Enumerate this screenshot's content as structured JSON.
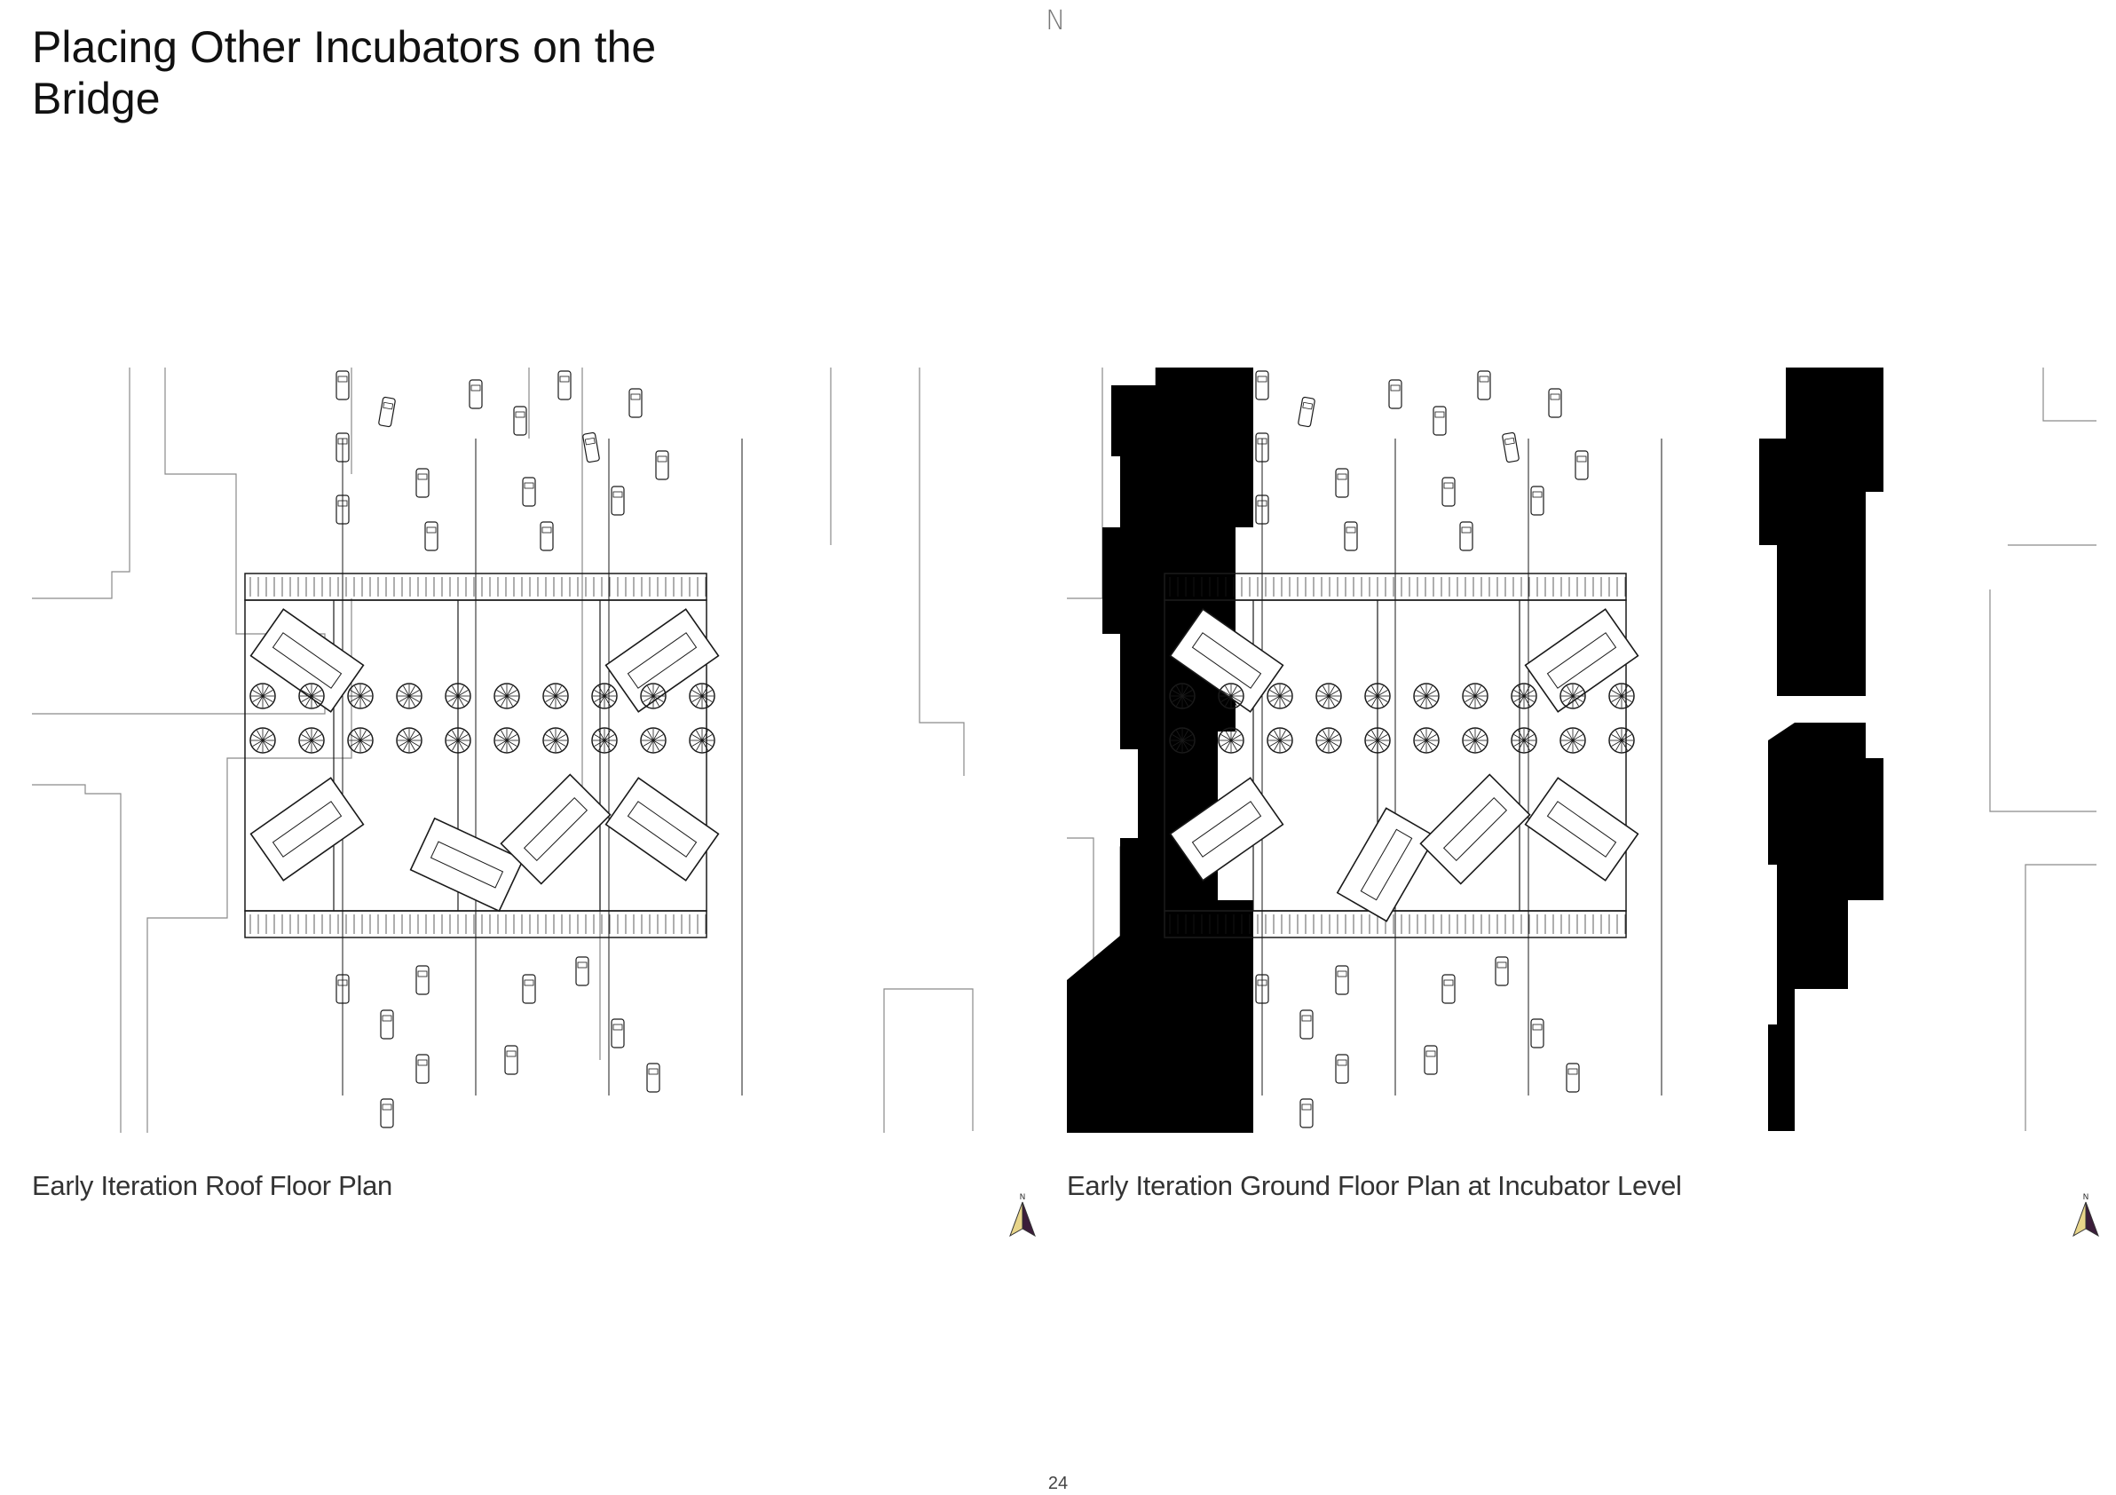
{
  "page": {
    "title": "Placing Other Incubators on the Bridge",
    "top_mark": "N",
    "page_number": "24"
  },
  "figures": [
    {
      "id": "roof",
      "caption": "Early Iteration Roof Floor Plan",
      "north_label": "N"
    },
    {
      "id": "ground",
      "caption": "Early Iteration Ground Floor Plan at Incubator Level",
      "north_label": "N"
    }
  ],
  "colors": {
    "line": "#1a1a1a",
    "thin_line": "#8a8a8a",
    "poche": "#000000",
    "north_fill_light": "#e8d58a",
    "north_fill_dark": "#3b1d3a"
  }
}
